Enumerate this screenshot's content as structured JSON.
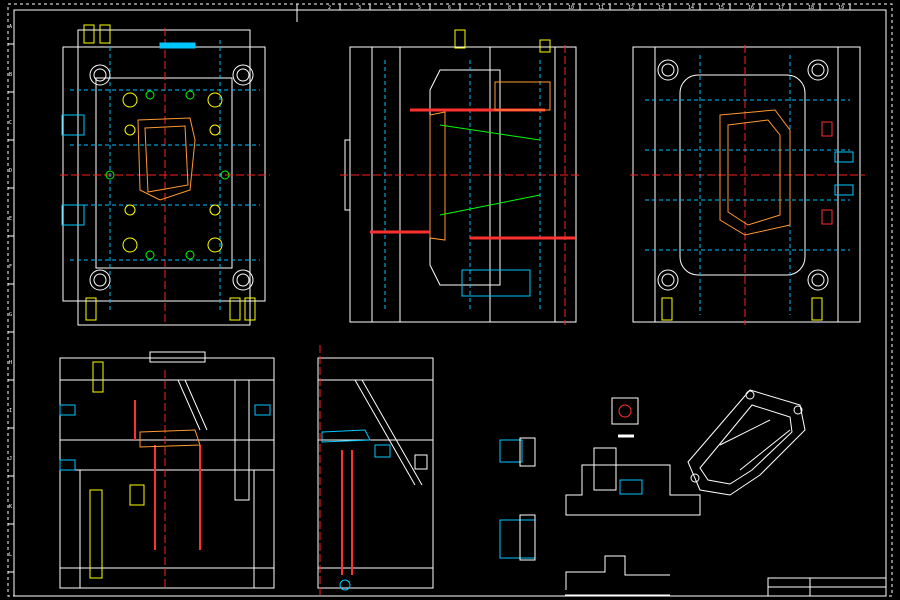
{
  "colors": {
    "background": "#000000",
    "outline": "#ffffff",
    "hidden_line": "#00bfff",
    "plate": "#00c8ff",
    "center_line": "#ff2020",
    "bolt": "#ffff00",
    "pin": "#00ff00",
    "part": "#ff9933",
    "runner": "#ff00ff",
    "cooling": "#ff3030"
  },
  "frame": {
    "top_ticks": [
      "2",
      "3",
      "4",
      "5",
      "6",
      "7",
      "8",
      "9",
      "10",
      "11",
      "12",
      "13",
      "14",
      "15",
      "16",
      "17",
      "18",
      "19"
    ],
    "left_ticks": [
      "A",
      "B",
      "C",
      "D",
      "E",
      "F",
      "G",
      "H",
      "I",
      "J",
      "K",
      "L"
    ]
  },
  "title_block": {
    "label": ""
  }
}
